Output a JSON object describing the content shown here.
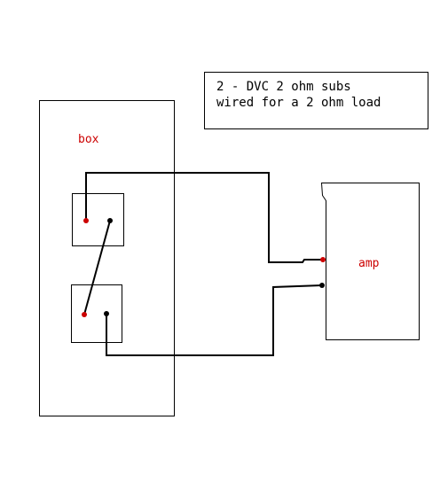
{
  "note": {
    "line1": "2 - DVC 2 ohm subs",
    "line2": "wired for a 2 ohm load"
  },
  "box": {
    "label": "box"
  },
  "amp": {
    "label": "amp"
  },
  "colors": {
    "positive_terminal": "#cc0000",
    "negative_terminal": "#000000",
    "label": "#cc0000",
    "wire": "#000000",
    "text": "#000000"
  }
}
